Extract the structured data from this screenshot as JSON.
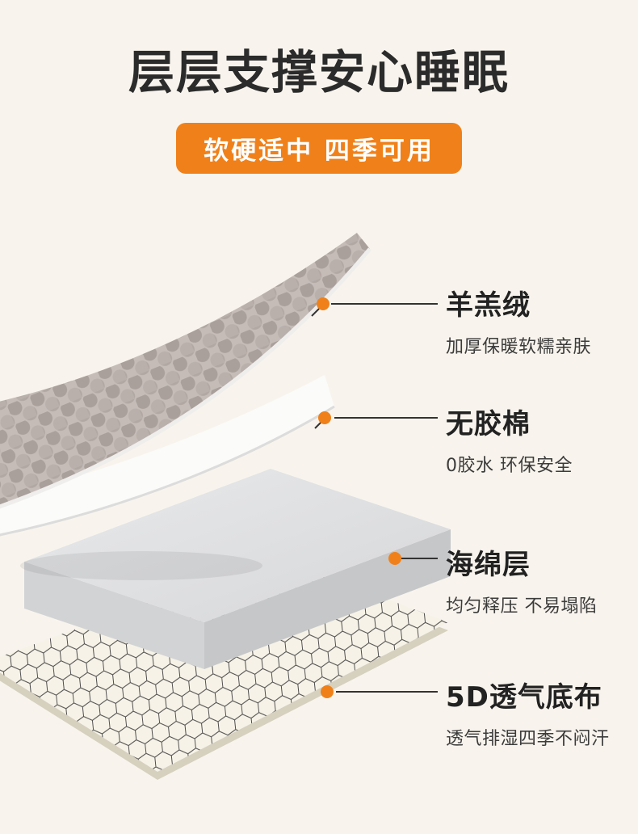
{
  "header": {
    "title": "层层支撑安心睡眠",
    "badge": "软硬适中 四季可用"
  },
  "colors": {
    "background": "#f8f4ed",
    "accent": "#f0811a",
    "title_text": "#2b2b2b",
    "body_text": "#3c3c3c"
  },
  "callouts": [
    {
      "id": "lamb-fleece",
      "title": "羊羔绒",
      "desc": "加厚保暖软糯亲肤"
    },
    {
      "id": "glue-free-cotton",
      "title": "无胶棉",
      "desc": "0胶水 环保安全"
    },
    {
      "id": "sponge-layer",
      "title": "海绵层",
      "desc": "均匀释压 不易塌陷"
    },
    {
      "id": "breathable-base",
      "title": "5D透气底布",
      "desc": "透气排湿四季不闷汗"
    }
  ]
}
